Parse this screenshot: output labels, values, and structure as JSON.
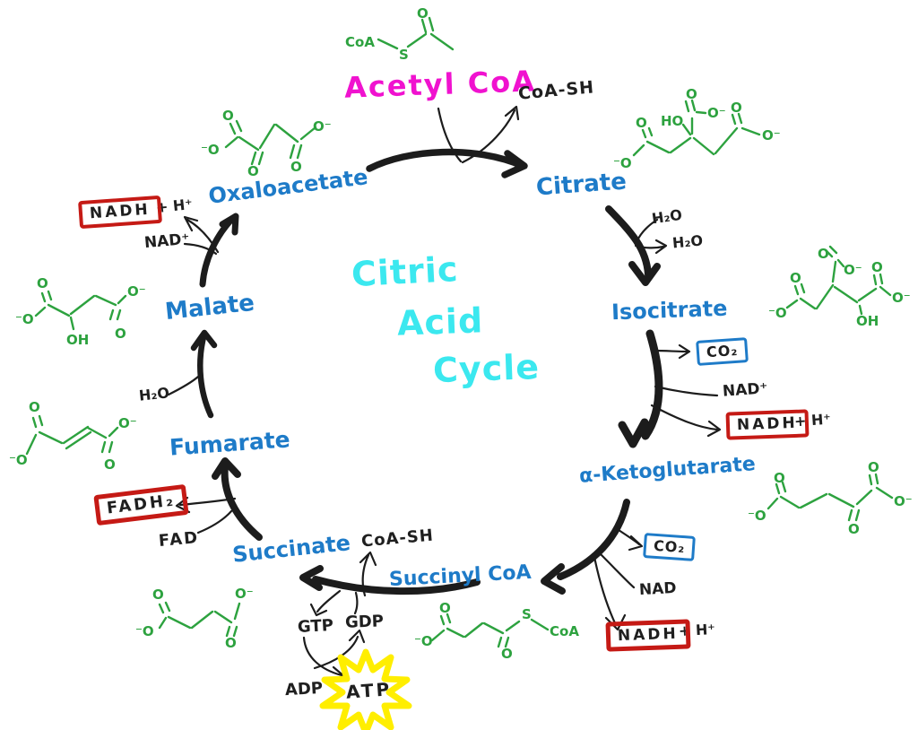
{
  "title": {
    "word1": "Citric",
    "word2": "Acid",
    "word3": "Cycle"
  },
  "colors": {
    "metabolite_blue": "#1e7bc8",
    "acetyl_magenta": "#f012cf",
    "title_cyan": "#3be8ef",
    "structure_green": "#2da23f",
    "nadh_box_red": "#c51a15",
    "co2_box_blue": "#1e7bc8",
    "atp_star_yellow": "#ffee00",
    "ink_black": "#1c1c1c"
  },
  "metabolites": {
    "acetyl_coa": "Acetyl CoA",
    "citrate": "Citrate",
    "isocitrate": "Isocitrate",
    "alpha_ketoglutarate": "α-Ketoglutarate",
    "succinyl_coa": "Succinyl CoA",
    "succinate": "Succinate",
    "fumarate": "Fumarate",
    "malate": "Malate",
    "oxaloacetate": "Oxaloacetate"
  },
  "cofactors": {
    "coa_sh_top": "CoA-SH",
    "h2o_in": "H₂O",
    "h2o_out": "H₂O",
    "co2_a": "CO₂",
    "nad_plus_a": "NAD⁺",
    "nadh_a": "NADH",
    "h_plus_a": "+ H⁺",
    "co2_b": "CO₂",
    "nad_b": "NAD",
    "nadh_b": "NADH",
    "h_plus_b": "+ H⁺",
    "coa_sh_bottom": "CoA-SH",
    "gtp": "GTP",
    "gdp": "GDP",
    "adp": "ADP",
    "atp": "ATP",
    "fad": "FAD",
    "fadh2": "FADH₂",
    "h2o_c": "H₂O",
    "nad_plus_c": "NAD⁺",
    "nadh_c": "NADH",
    "h_plus_c": "+ H⁺"
  },
  "structures": {
    "acetyl_coa": {
      "atoms": [
        "CoA",
        "S",
        "O"
      ]
    },
    "oxaloacetate": {
      "atoms": [
        "O",
        "⁻O",
        "O",
        "O",
        "O⁻"
      ]
    },
    "citrate": {
      "atoms": [
        "O",
        "O⁻",
        "HO",
        "O",
        "⁻O",
        "O",
        "O⁻"
      ]
    },
    "isocitrate": {
      "atoms": [
        "O",
        "O⁻",
        "O",
        "⁻O",
        "O",
        "O⁻",
        "OH"
      ]
    },
    "alpha_ketoglutarate": {
      "atoms": [
        "O",
        "⁻O",
        "O",
        "O",
        "O⁻"
      ]
    },
    "succinyl_coa": {
      "atoms": [
        "⁻O",
        "O",
        "O",
        "S",
        "CoA"
      ]
    },
    "succinate": {
      "atoms": [
        "O",
        "⁻O",
        "O",
        "O⁻"
      ]
    },
    "fumarate": {
      "atoms": [
        "O",
        "⁻O",
        "O",
        "O⁻"
      ]
    },
    "malate": {
      "atoms": [
        "O",
        "⁻O",
        "OH",
        "O",
        "O⁻"
      ]
    }
  }
}
